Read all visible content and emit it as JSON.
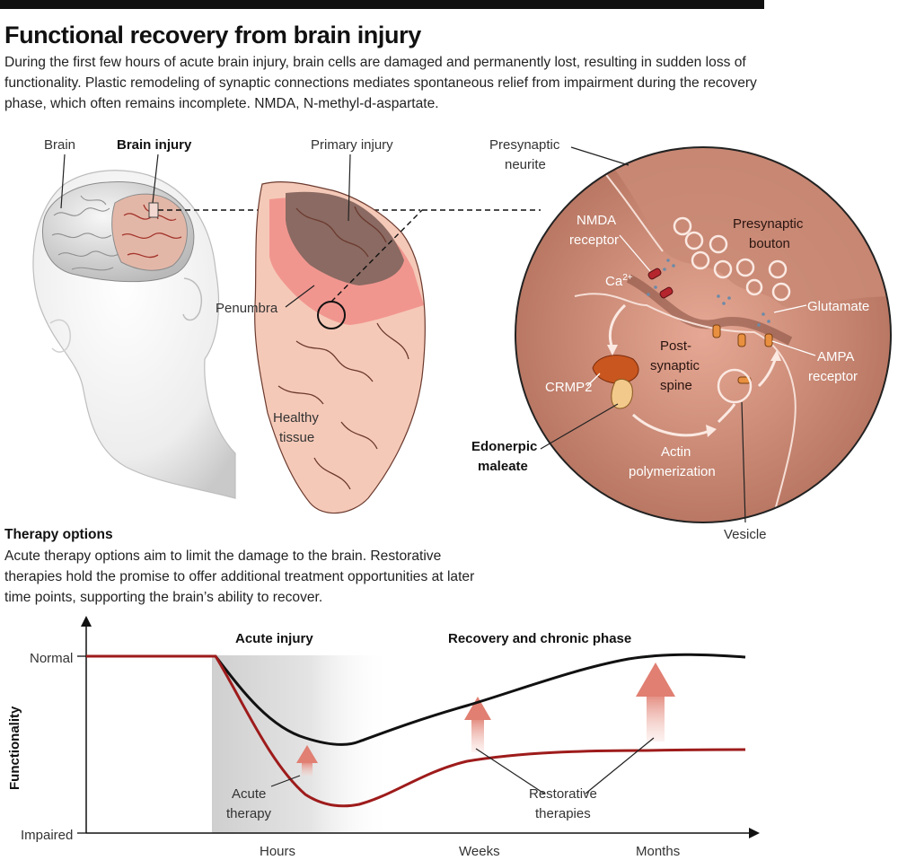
{
  "header": {
    "title": "Functional recovery from brain injury",
    "intro": "During the first few hours of acute brain injury, brain cells are damaged and permanently lost, resulting in sudden loss of functionality. Plastic remodeling of synaptic connections mediates spontaneous relief from impairment during the recovery phase, which often remains incomplete. NMDA, N-methyl-d-aspartate."
  },
  "labels": {
    "brain": "Brain",
    "brain_injury": "Brain injury",
    "primary_injury": "Primary injury",
    "penumbra": "Penumbra",
    "healthy_tissue_1": "Healthy",
    "healthy_tissue_2": "tissue",
    "presynaptic_neurite_1": "Presynaptic",
    "presynaptic_neurite_2": "neurite",
    "nmda_receptor_1": "NMDA",
    "nmda_receptor_2": "receptor",
    "presynaptic_bouton_1": "Presynaptic",
    "presynaptic_bouton_2": "bouton",
    "calcium": "Ca",
    "calcium_sup": "2+",
    "glutamate": "Glutamate",
    "postsynaptic_spine_1": "Post-",
    "postsynaptic_spine_2": "synaptic",
    "postsynaptic_spine_3": "spine",
    "ampa_receptor_1": "AMPA",
    "ampa_receptor_2": "receptor",
    "crmp2": "CRMP2",
    "edonerpic_1": "Edonerpic",
    "edonerpic_2": "maleate",
    "actin_1": "Actin",
    "actin_2": "polymerization",
    "vesicle": "Vesicle"
  },
  "therapy": {
    "title": "Therapy options",
    "text": "Acute therapy options aim to limit the damage to the brain. Restorative therapies hold the promise to offer additional treatment opportunities at later time points, supporting the brain’s ability to recover."
  },
  "graph": {
    "ylabel": "Functionality",
    "y_top": "Normal",
    "y_bottom": "Impaired",
    "x_ticks": [
      "Hours",
      "Weeks",
      "Months"
    ],
    "phase_acute": "Acute injury",
    "phase_recovery": "Recovery and chronic phase",
    "acute_therapy_1": "Acute",
    "acute_therapy_2": "therapy",
    "restorative_1": "Restorative",
    "restorative_2": "therapies",
    "colors": {
      "with_therapy": "#111111",
      "without_therapy": "#9e1b1b",
      "arrow": "#e8a59b",
      "acute_band": "#d9d9d9"
    }
  }
}
